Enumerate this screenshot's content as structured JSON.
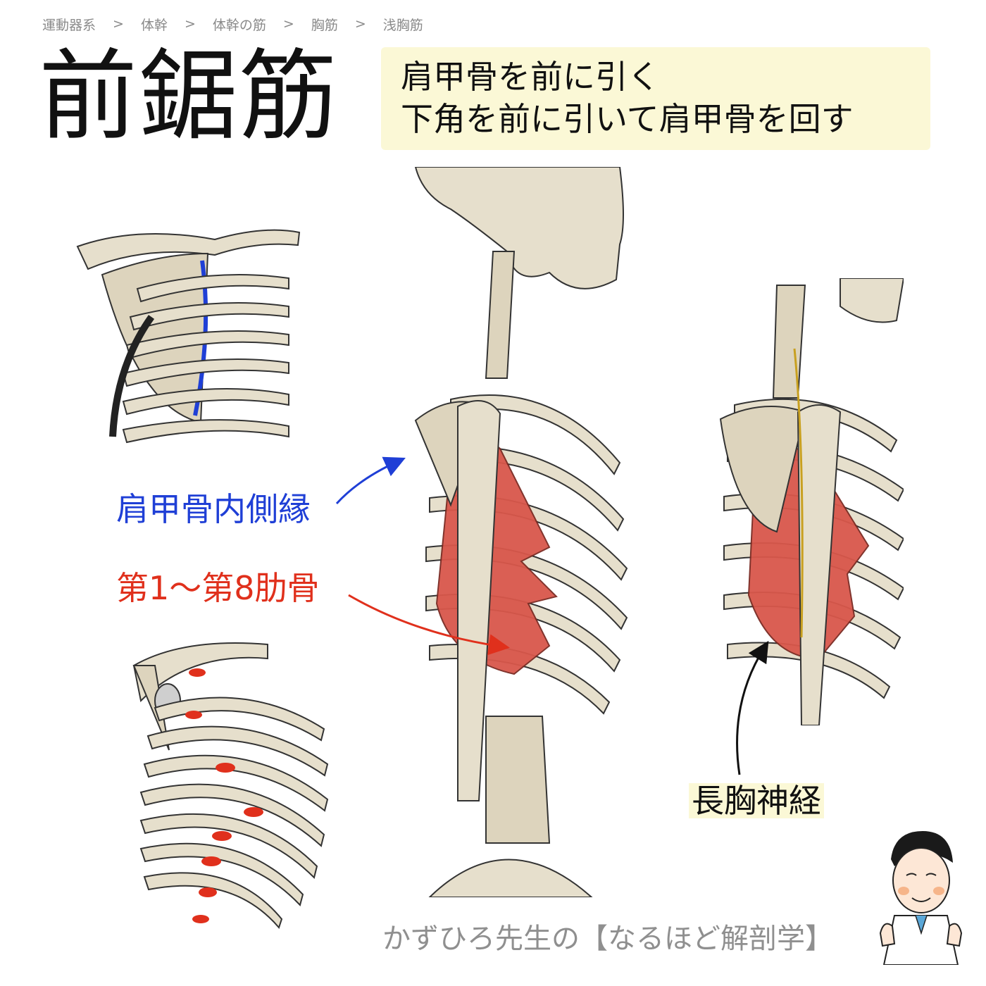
{
  "breadcrumb": {
    "items": [
      "運動器系",
      "体幹",
      "体幹の筋",
      "胸筋",
      "浅胸筋"
    ],
    "separator": ">"
  },
  "title": "前鋸筋",
  "function": {
    "line1": "肩甲骨を前に引く",
    "line2": "下角を前に引いて肩甲骨を回す"
  },
  "labels": {
    "medial_border": "肩甲骨内側縁",
    "ribs": "第1〜第8肋骨",
    "nerve": "長胸神経"
  },
  "footer": {
    "credit": "かずひろ先生の【なるほど解剖学】"
  },
  "colors": {
    "medial_border": "#1f3fd6",
    "ribs": "#e0301c",
    "nerve": "#111111",
    "function_bg": "#fbf8d6",
    "muscle": "#d9574b",
    "bone": "#e6dfcc"
  },
  "icons": {
    "mascot": "doctor-thumbs-up-illustration"
  }
}
